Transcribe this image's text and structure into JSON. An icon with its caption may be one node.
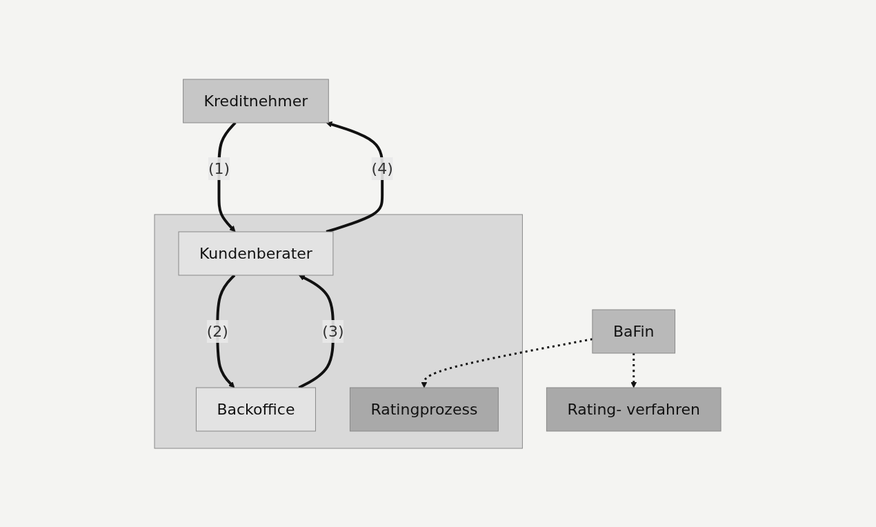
{
  "diagram": {
    "nodes": [
      {
        "text": [
          "Kreditnehmer"
        ]
      },
      {
        "text": [
          "Rating- verfahren"
        ]
      },
      {
        "text": [],
        "shape": "box"
      },
      {
        "text": [
          "Kundenberater"
        ],
        "in": 2
      },
      {
        "text": [
          "Backoffice"
        ],
        "in": 2
      },
      {
        "text": [
          "Ratingprozess"
        ],
        "in": 2
      },
      {
        "text": [
          "BaFin"
        ]
      }
    ],
    "edges": [
      {
        "from": 0,
        "to": 3,
        "arrow": "to",
        "label": "(1)"
      },
      {
        "from": 3,
        "to": 0,
        "arrow": "to",
        "label": "(4)"
      },
      {
        "from": 3,
        "to": 4,
        "arrow": "to",
        "label": "(2)"
      },
      {
        "from": 4,
        "to": 3,
        "arrow": "to",
        "label": "(3)"
      },
      {
        "from": 6,
        "to": 1,
        "arrow": "to",
        "style": "dashed"
      },
      {
        "from": 6,
        "to": 5,
        "arrow": "to",
        "style": "dashed"
      }
    ]
  }
}
